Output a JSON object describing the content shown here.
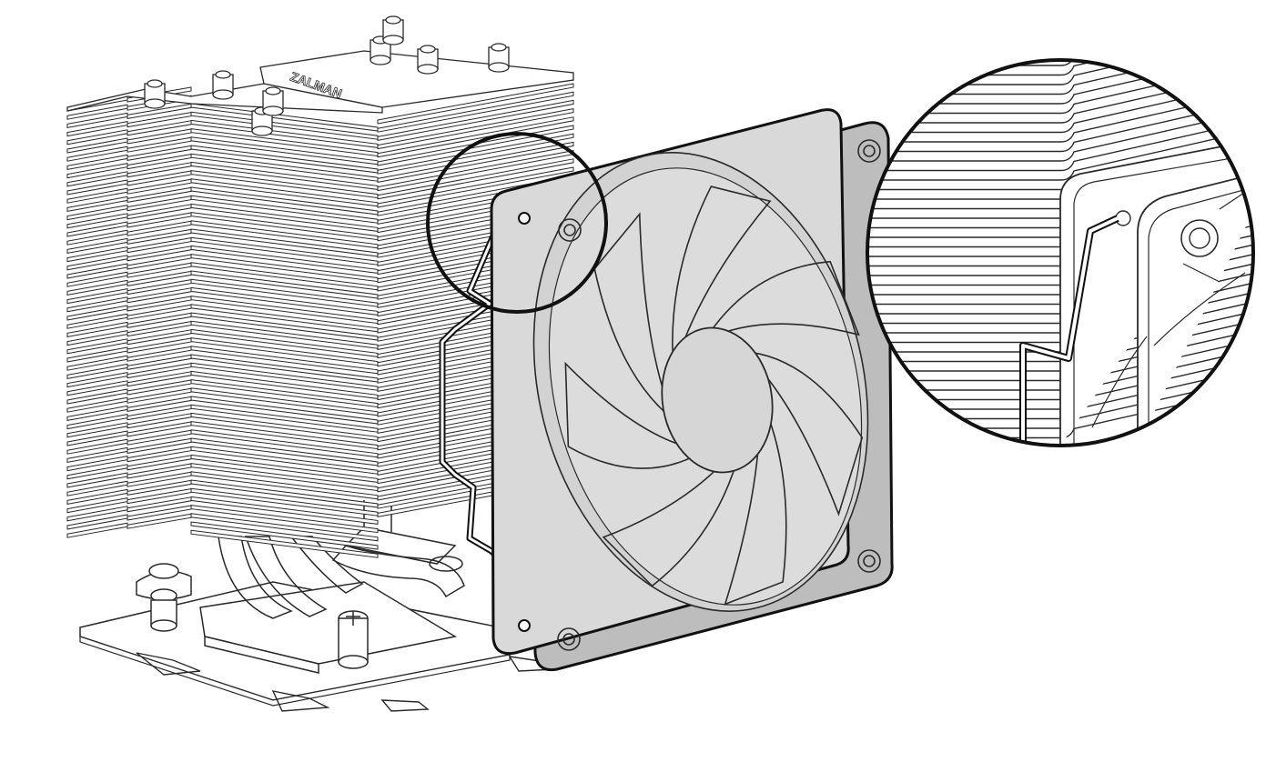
{
  "brand": {
    "logo_text": "ZALMAN"
  },
  "colors": {
    "background": "#ffffff",
    "line": "#2a2a2a",
    "outline": "#111111",
    "fan_fill": "#d9d9d9",
    "fan_dark": "#bdbdbd",
    "fin_fill": "#ffffff"
  },
  "parts": {
    "heatsink": "fin-stack",
    "fan": "120mm-fan",
    "clip": "fan-wire-clip",
    "magnifier": "clip-detail-callout"
  }
}
